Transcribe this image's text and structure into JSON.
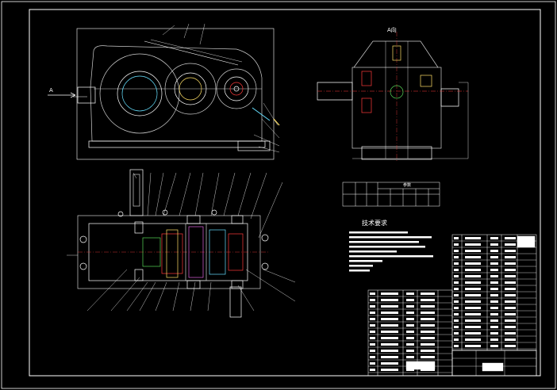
{
  "drawing": {
    "view_label_left": "A",
    "view_label_side": "A向",
    "tech_title": "技术要求",
    "param_table_header": "参数"
  },
  "colors": {
    "background": "#000000",
    "line": "#ffffff",
    "dim": "#cfcfcf",
    "accent_cyan": "#66e0ff",
    "accent_yellow": "#ffe066",
    "accent_red": "#ff3b3b",
    "accent_green": "#58d858",
    "accent_magenta": "#e060e0"
  }
}
